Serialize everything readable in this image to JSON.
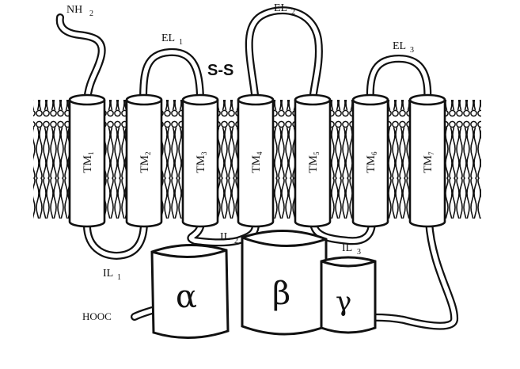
{
  "labels": {
    "nh2_main": "NH",
    "nh2_sub": "2",
    "el1_main": "EL",
    "el1_sub": "1",
    "el2_main": "EL",
    "el2_sub": "2",
    "el3_main": "EL",
    "el3_sub": "3",
    "il1_main": "IL",
    "il1_sub": "1",
    "il2_main": "IL",
    "il2_sub": "2",
    "il3_main": "IL",
    "il3_sub": "3",
    "hooc": "HOOC",
    "disulfide": "S-S"
  },
  "helices": [
    {
      "main": "TM",
      "sub": "1"
    },
    {
      "main": "TM",
      "sub": "2"
    },
    {
      "main": "TM",
      "sub": "3"
    },
    {
      "main": "TM",
      "sub": "4"
    },
    {
      "main": "TM",
      "sub": "5"
    },
    {
      "main": "TM",
      "sub": "6"
    },
    {
      "main": "TM",
      "sub": "7"
    }
  ],
  "subunits": {
    "alpha": "α",
    "beta": "β",
    "gamma": "γ"
  }
}
